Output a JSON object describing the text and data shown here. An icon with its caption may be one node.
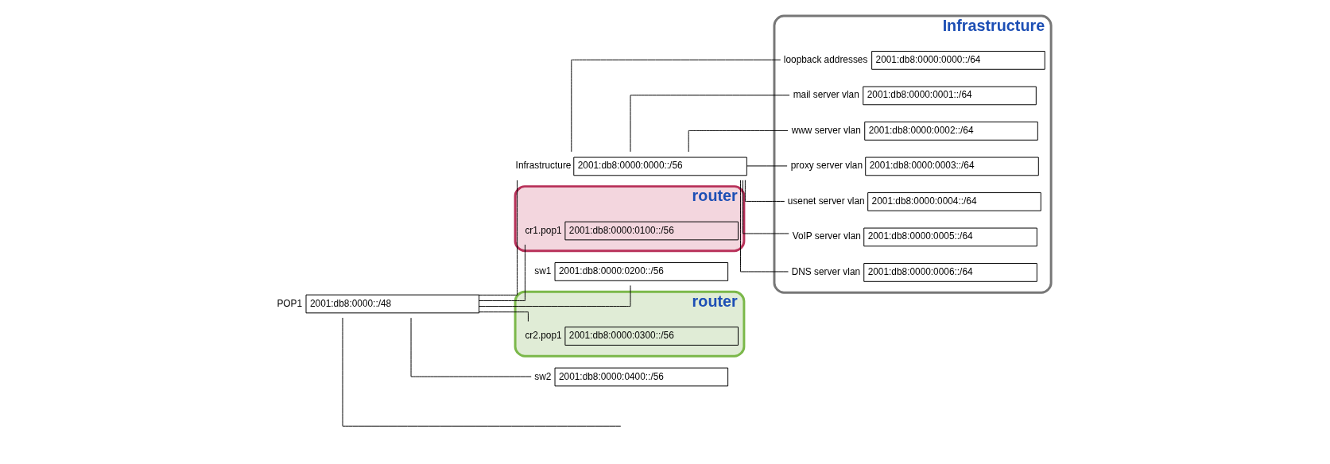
{
  "diagram": {
    "nodes": [
      {
        "text": [
          "2001:db8:0000::/48"
        ],
        "beside": [
          "POP1"
        ]
      },
      {
        "text": [
          "2001:db8:0000:0000::/56"
        ],
        "beside": [
          "Infrastructure"
        ]
      },
      {
        "text": [
          "Infrastructure"
        ]
      },
      {
        "text": [
          "2001:db8:0000:0000::/64"
        ],
        "beside": [
          "loopback addresses"
        ],
        "in": 2
      },
      {
        "text": [
          "2001:db8:0000:0001::/64"
        ],
        "beside": [
          "mail server vlan"
        ],
        "in": 2
      },
      {
        "text": [
          "2001:db8:0000:0002::/64"
        ],
        "beside": [
          "www server vlan"
        ],
        "in": 2
      },
      {
        "text": [
          "2001:db8:0000:0003::/64"
        ],
        "beside": [
          "proxy server vlan"
        ],
        "in": 2
      },
      {
        "text": [
          "2001:db8:0000:0004::/64"
        ],
        "beside": [
          "usenet server vlan"
        ],
        "in": 2
      },
      {
        "text": [
          "2001:db8:0000:0005::/64"
        ],
        "beside": [
          "VoIP server vlan"
        ],
        "in": 2
      },
      {
        "text": [
          "2001:db8:0000:0006::/64"
        ],
        "beside": [
          "DNS server vlan"
        ],
        "in": 2
      },
      {
        "text": [
          "router"
        ]
      },
      {
        "text": [
          "2001:db8:0000:0100::/56"
        ],
        "beside": [
          "cr1.pop1"
        ],
        "in": 10
      },
      {
        "text": [
          "2001:db8:0000:0200::/56"
        ],
        "beside": [
          "sw1"
        ]
      },
      {
        "text": [
          "router"
        ]
      },
      {
        "text": [
          "2001:db8:0000:0300::/56"
        ],
        "beside": [
          "cr2.pop1"
        ],
        "in": 13
      },
      {
        "text": [
          "2001:db8:0000:0400::/56"
        ],
        "beside": [
          "sw2"
        ]
      }
    ],
    "edges": [
      {
        "from": 0,
        "to": 1,
        "arrow": "none"
      },
      {
        "from": 1,
        "to": 3,
        "arrow": "none"
      },
      {
        "from": 1,
        "to": 4,
        "arrow": "none"
      },
      {
        "from": 1,
        "to": 5,
        "arrow": "none"
      },
      {
        "from": 1,
        "to": 6,
        "arrow": "none"
      },
      {
        "from": 1,
        "to": 7,
        "arrow": "none"
      },
      {
        "from": 1,
        "to": 8,
        "arrow": "none"
      },
      {
        "from": 1,
        "to": 9,
        "arrow": "none"
      },
      {
        "from": 0,
        "to": 11,
        "arrow": "none"
      },
      {
        "from": 0,
        "to": 12,
        "arrow": "none"
      },
      {
        "from": 0,
        "to": 14,
        "arrow": "none"
      },
      {
        "from": 0,
        "to": 15,
        "arrow": "none"
      },
      {
        "from": 0,
        "to": null,
        "arrow": "none"
      }
    ]
  }
}
